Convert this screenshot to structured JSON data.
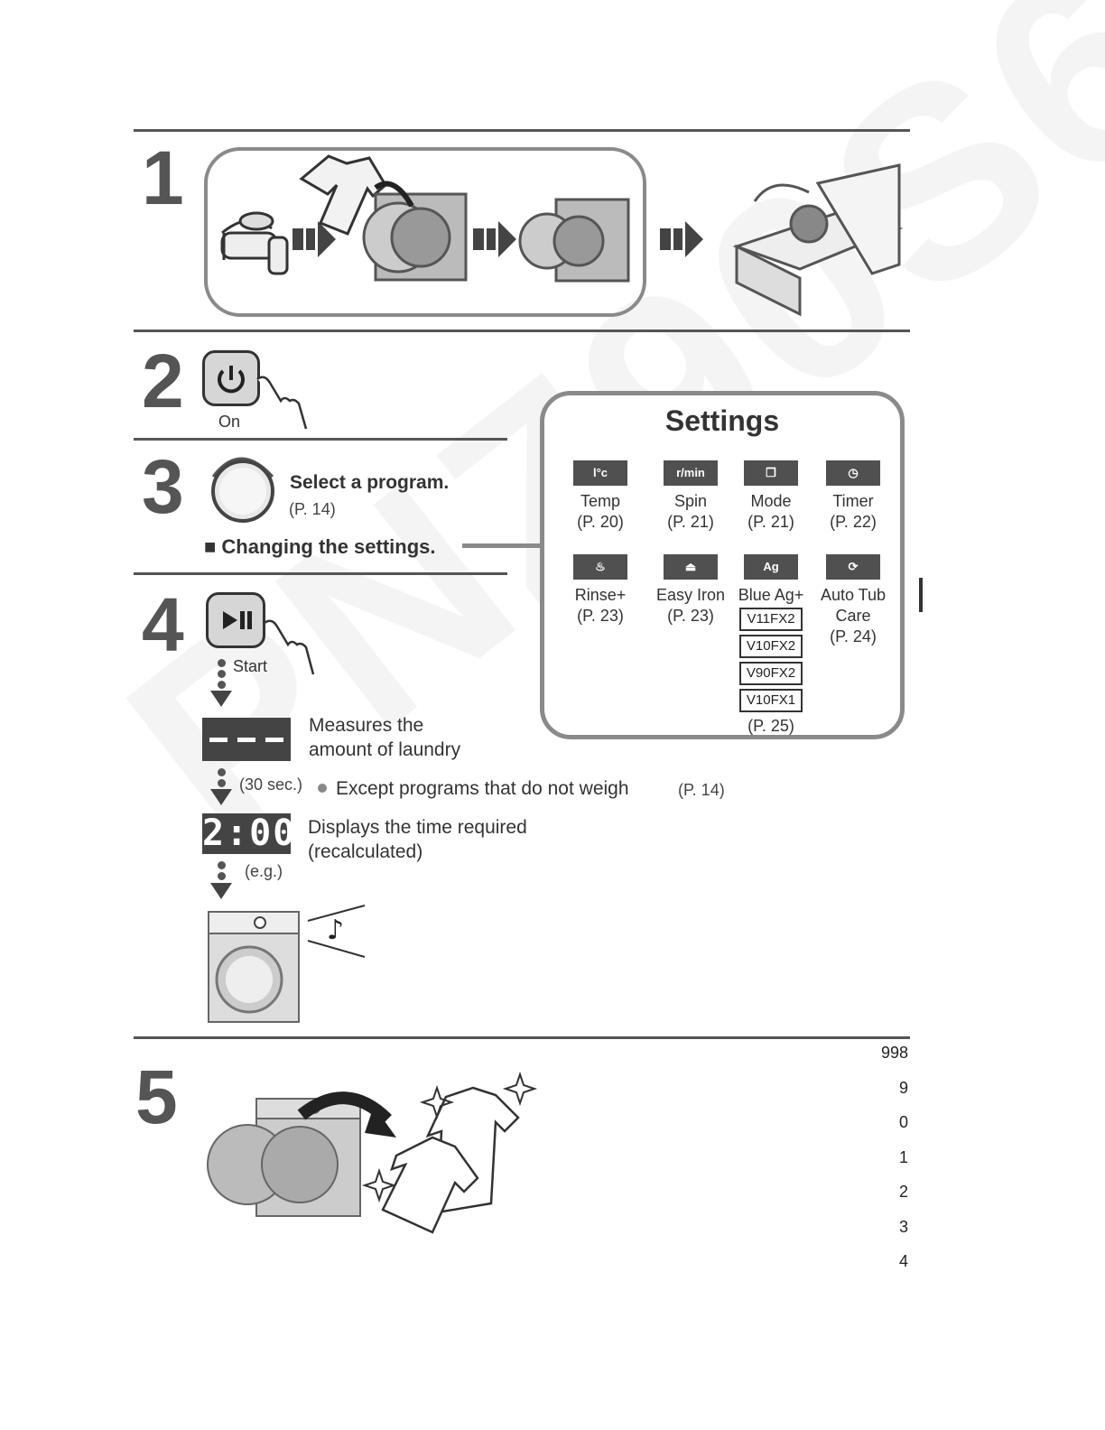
{
  "steps": {
    "step1": {
      "number": "1"
    },
    "step2": {
      "number": "2",
      "button_label": "On"
    },
    "step3": {
      "number": "3",
      "instruction": "Select a program.",
      "page_ref": "(P. 14)",
      "settings_link": "■ Changing the settings."
    },
    "step4": {
      "number": "4",
      "button_label": "Start",
      "measure_text_line1": "Measures the",
      "measure_text_line2": "amount of laundry",
      "wait_label": "(30 sec.)",
      "except_note": "Except programs that do not weigh",
      "except_ref": "(P. 14)",
      "display_value": "2:00",
      "display_text_line1": "Displays the time required",
      "display_text_line2": "(recalculated)",
      "eg_label": "(e.g.)"
    },
    "step5": {
      "number": "5"
    }
  },
  "settings": {
    "title": "Settings",
    "items": [
      {
        "icon": "temperature-icon",
        "icon_text": "l°c",
        "name": "Temp",
        "page": "(P. 20)"
      },
      {
        "icon": "spin-icon",
        "icon_text": "r/min",
        "name": "Spin",
        "page": "(P. 21)"
      },
      {
        "icon": "mode-icon",
        "icon_text": "❐",
        "name": "Mode",
        "page": "(P. 21)"
      },
      {
        "icon": "timer-icon",
        "icon_text": "◷",
        "name": "Timer",
        "page": "(P. 22)"
      },
      {
        "icon": "rinse-icon",
        "icon_text": "♨",
        "name": "Rinse+",
        "page": "(P. 23)"
      },
      {
        "icon": "iron-icon",
        "icon_text": "⏏",
        "name": "Easy Iron",
        "page": "(P. 23)"
      },
      {
        "icon": "blue-ag-icon",
        "icon_text": "Ag",
        "name": "Blue Ag+",
        "models": [
          "V11FX2",
          "V10FX2",
          "V90FX2",
          "V10FX1"
        ],
        "page": "(P. 25)"
      },
      {
        "icon": "auto-tub-care-icon",
        "icon_text": "⟳",
        "name_line1": "Auto Tub",
        "name_line2": "Care",
        "page": "(P. 24)"
      }
    ]
  },
  "side_numbers": [
    "998",
    "9",
    "0",
    "1",
    "2",
    "3",
    "4"
  ]
}
